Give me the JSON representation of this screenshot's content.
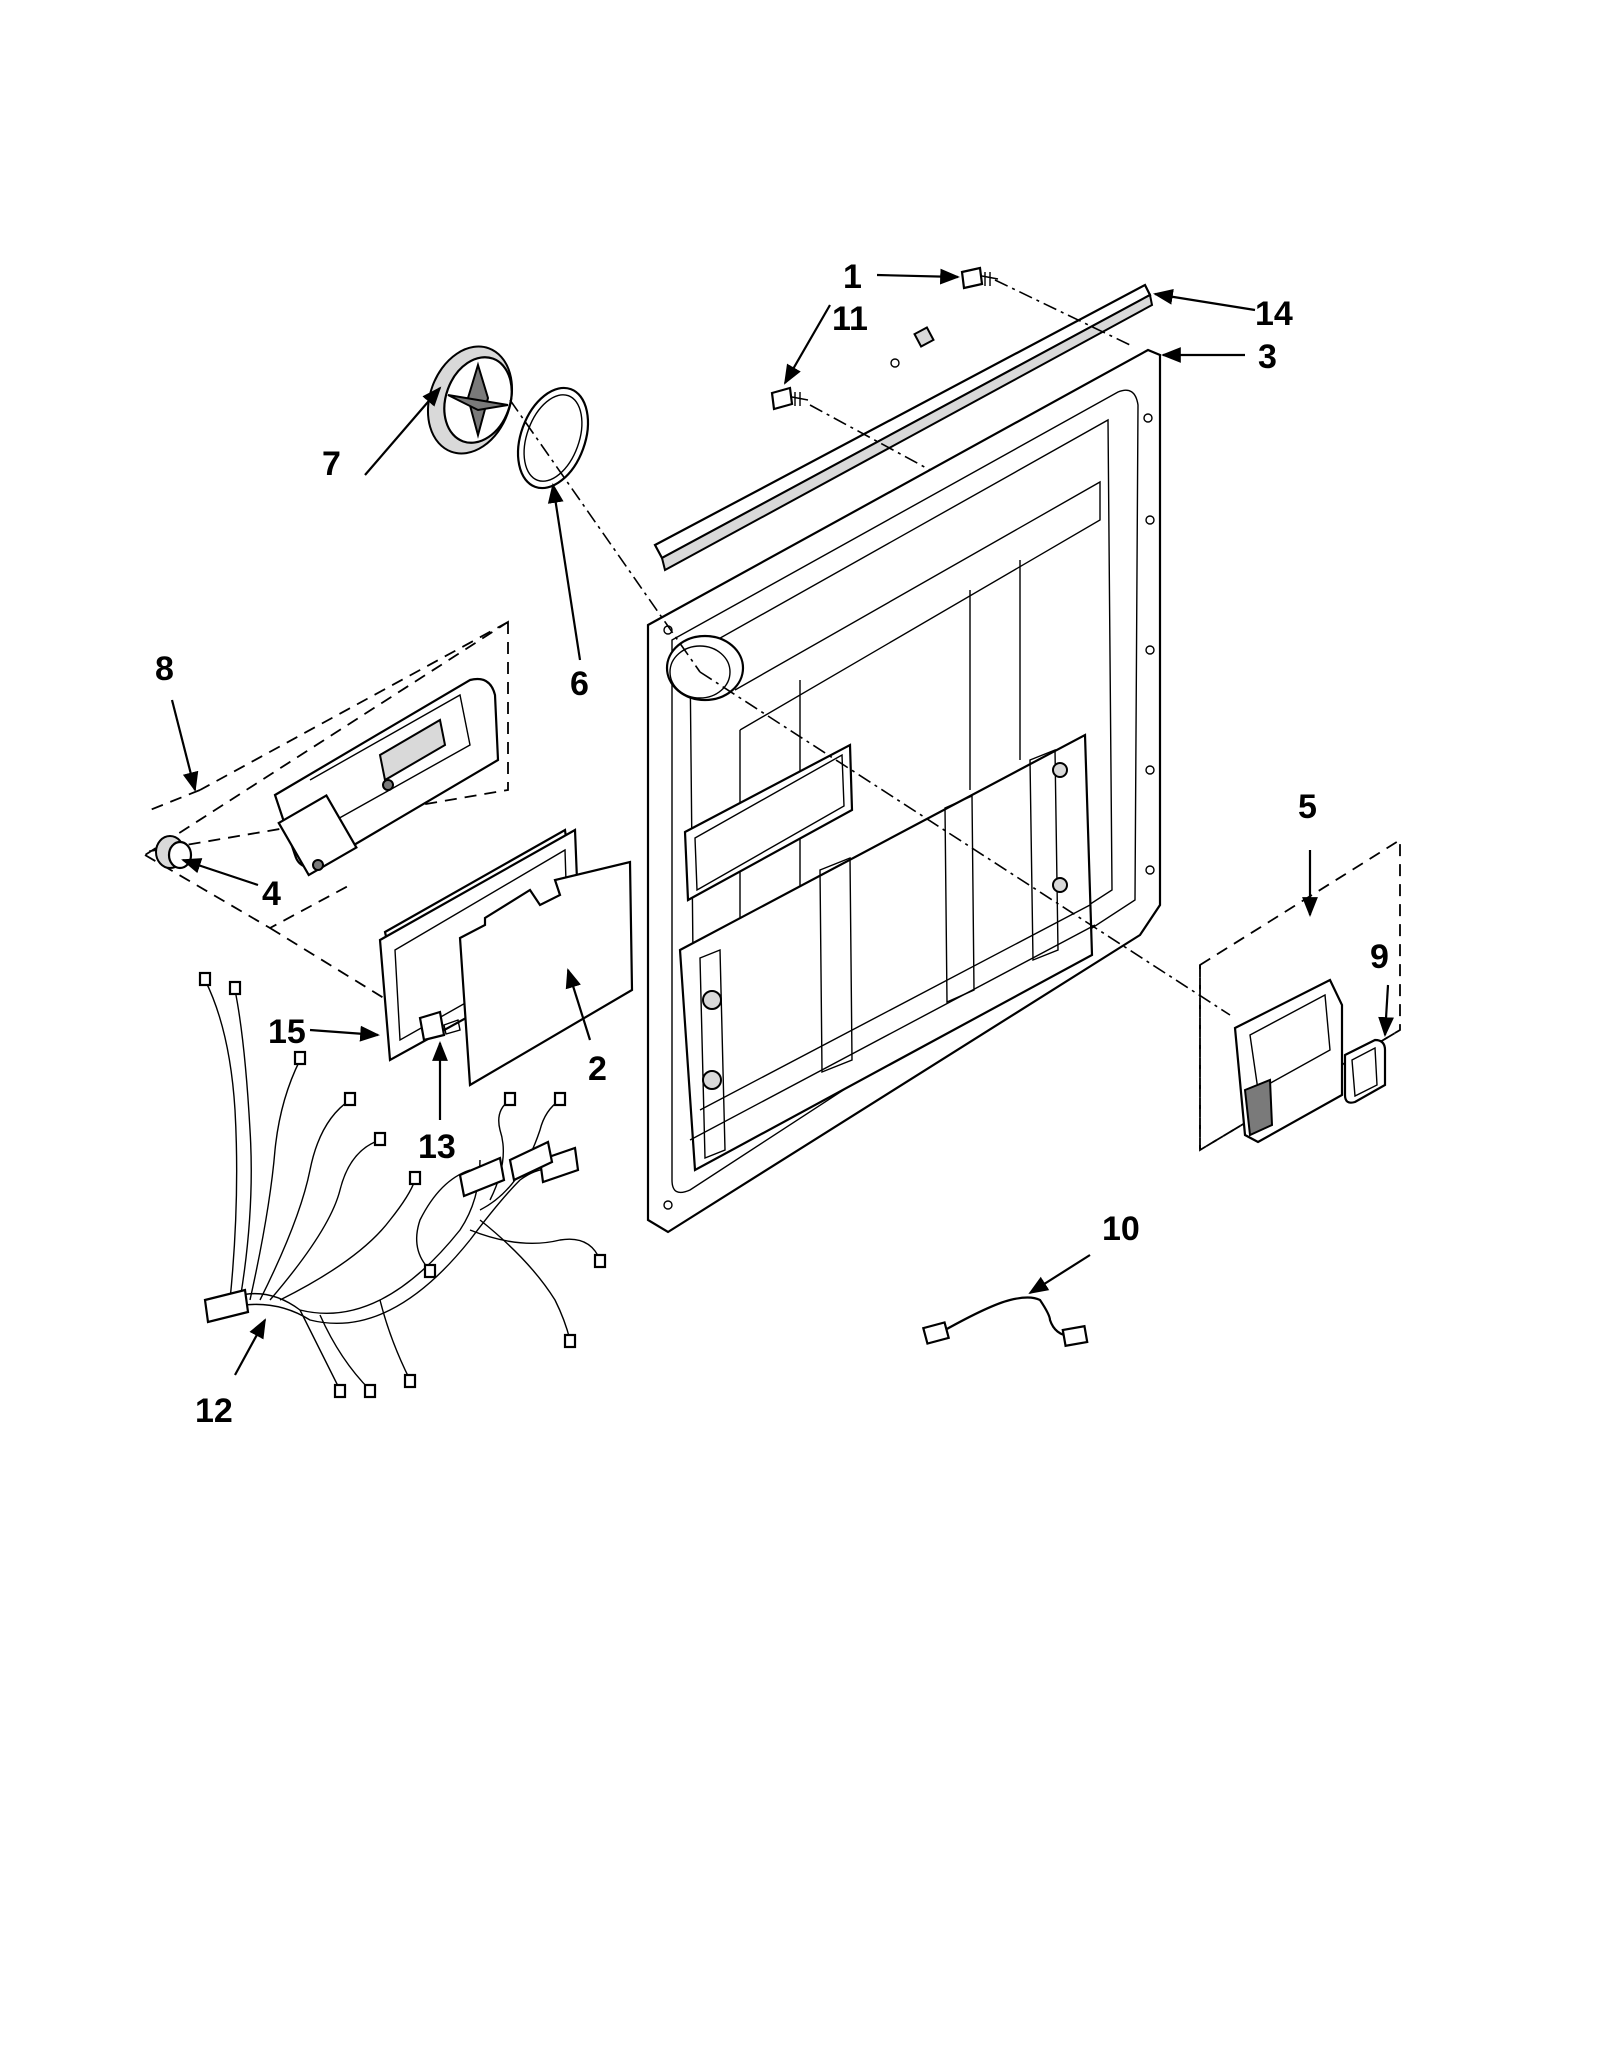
{
  "diagram": {
    "callouts": [
      {
        "id": "c1",
        "label": "1"
      },
      {
        "id": "c2",
        "label": "2"
      },
      {
        "id": "c3",
        "label": "3"
      },
      {
        "id": "c4",
        "label": "4"
      },
      {
        "id": "c5",
        "label": "5"
      },
      {
        "id": "c6",
        "label": "6"
      },
      {
        "id": "c7",
        "label": "7"
      },
      {
        "id": "c8",
        "label": "8"
      },
      {
        "id": "c9",
        "label": "9"
      },
      {
        "id": "c10",
        "label": "10"
      },
      {
        "id": "c11",
        "label": "11"
      },
      {
        "id": "c12",
        "label": "12"
      },
      {
        "id": "c13",
        "label": "13"
      },
      {
        "id": "c14",
        "label": "14"
      },
      {
        "id": "c15",
        "label": "15"
      }
    ],
    "line_color": "#000000",
    "background_color": "#ffffff"
  }
}
